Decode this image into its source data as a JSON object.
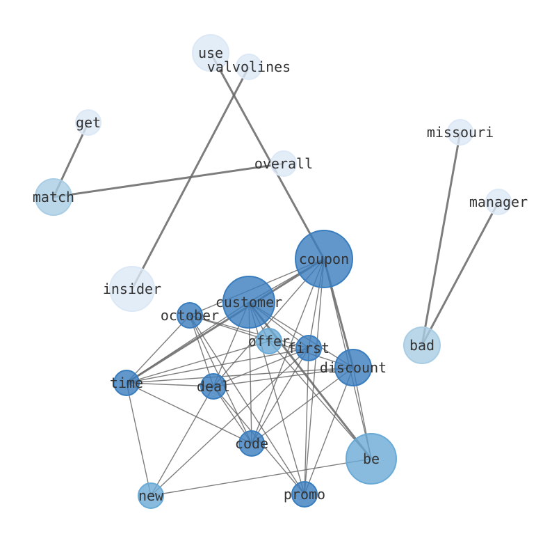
{
  "graph": {
    "nodes": [
      {
        "id": "use",
        "weight": 1
      },
      {
        "id": "valvolines",
        "weight": 1
      },
      {
        "id": "get",
        "weight": 1
      },
      {
        "id": "match",
        "weight": 2
      },
      {
        "id": "overall",
        "weight": 1
      },
      {
        "id": "missouri",
        "weight": 1
      },
      {
        "id": "manager",
        "weight": 1
      },
      {
        "id": "coupon",
        "weight": 9
      },
      {
        "id": "insider",
        "weight": 1
      },
      {
        "id": "customer",
        "weight": 8
      },
      {
        "id": "october",
        "weight": 7
      },
      {
        "id": "offer",
        "weight": 4
      },
      {
        "id": "first",
        "weight": 7
      },
      {
        "id": "discount",
        "weight": 8
      },
      {
        "id": "bad",
        "weight": 3
      },
      {
        "id": "time",
        "weight": 8
      },
      {
        "id": "deal",
        "weight": 7
      },
      {
        "id": "code",
        "weight": 7
      },
      {
        "id": "be",
        "weight": 4
      },
      {
        "id": "new",
        "weight": 4
      },
      {
        "id": "promo",
        "weight": 7
      }
    ],
    "edges": [
      [
        "use",
        "coupon",
        3
      ],
      [
        "valvolines",
        "insider",
        3
      ],
      [
        "get",
        "match",
        3
      ],
      [
        "match",
        "overall",
        3
      ],
      [
        "missouri",
        "bad",
        3
      ],
      [
        "manager",
        "bad",
        3
      ],
      [
        "coupon",
        "time",
        3
      ],
      [
        "customer",
        "be",
        3
      ],
      [
        "coupon",
        "discount",
        3
      ],
      [
        "coupon",
        "customer",
        1
      ],
      [
        "coupon",
        "october",
        1
      ],
      [
        "coupon",
        "deal",
        1
      ],
      [
        "coupon",
        "code",
        1
      ],
      [
        "coupon",
        "promo",
        1
      ],
      [
        "coupon",
        "be",
        1
      ],
      [
        "coupon",
        "first",
        1
      ],
      [
        "customer",
        "time",
        1
      ],
      [
        "customer",
        "deal",
        1
      ],
      [
        "customer",
        "code",
        1
      ],
      [
        "customer",
        "first",
        1
      ],
      [
        "customer",
        "discount",
        1
      ],
      [
        "customer",
        "promo",
        1
      ],
      [
        "customer",
        "offer",
        1
      ],
      [
        "october",
        "time",
        1
      ],
      [
        "october",
        "deal",
        1
      ],
      [
        "october",
        "code",
        1
      ],
      [
        "october",
        "promo",
        1
      ],
      [
        "october",
        "first",
        1
      ],
      [
        "october",
        "discount",
        1
      ],
      [
        "time",
        "offer",
        1
      ],
      [
        "time",
        "first",
        1
      ],
      [
        "time",
        "discount",
        1
      ],
      [
        "time",
        "deal",
        1
      ],
      [
        "time",
        "code",
        1
      ],
      [
        "time",
        "new",
        1
      ],
      [
        "deal",
        "discount",
        1
      ],
      [
        "deal",
        "first",
        1
      ],
      [
        "deal",
        "code",
        1
      ],
      [
        "deal",
        "promo",
        1
      ],
      [
        "deal",
        "new",
        1
      ],
      [
        "offer",
        "be",
        1
      ],
      [
        "first",
        "code",
        1
      ],
      [
        "first",
        "promo",
        1
      ],
      [
        "first",
        "new",
        1
      ],
      [
        "discount",
        "code",
        1
      ],
      [
        "discount",
        "promo",
        1
      ],
      [
        "discount",
        "be",
        1
      ],
      [
        "new",
        "be",
        1
      ]
    ],
    "colors": {
      "dark": "#3a7dbe",
      "mid": "#6aaad6",
      "light": "#a8cde4",
      "pale": "#dce8f6",
      "edge": "#666666"
    }
  }
}
